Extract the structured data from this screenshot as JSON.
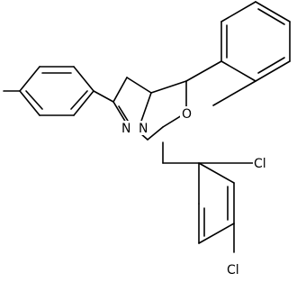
{
  "molecule": {
    "atoms": {
      "n_imine": "N",
      "n_ring": "N",
      "o_ring": "O",
      "cl_ortho": "Cl",
      "cl_para": "Cl"
    },
    "colors": {
      "bond": "#000000",
      "label": "#000000",
      "background": "#ffffff"
    }
  }
}
